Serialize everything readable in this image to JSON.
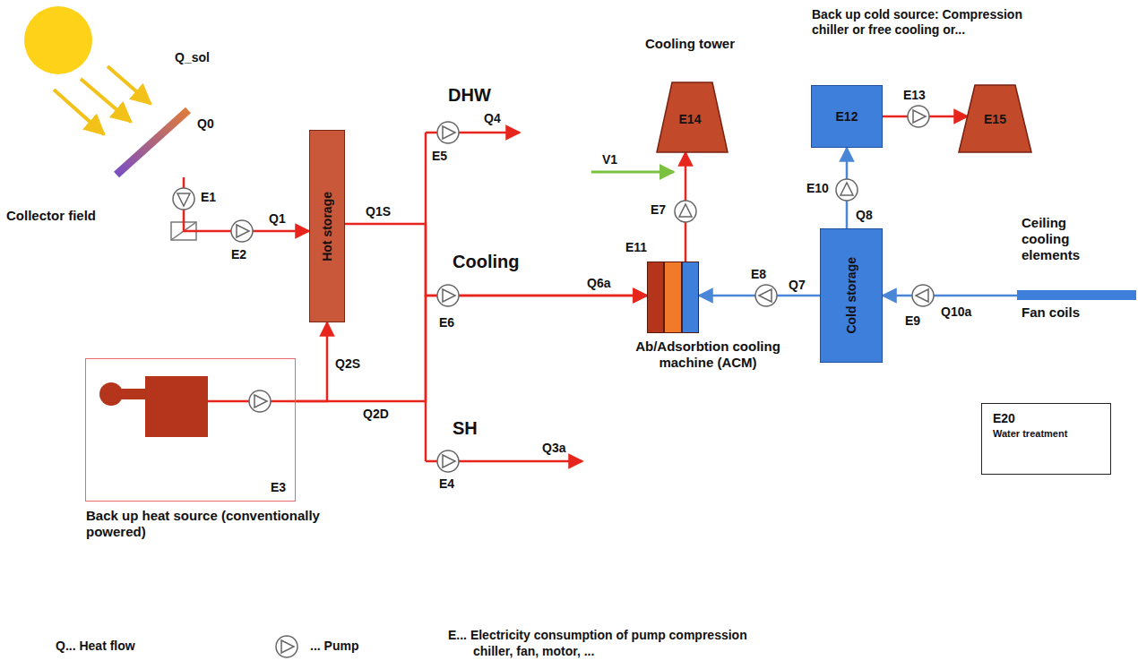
{
  "diagram": {
    "nodes": [
      {
        "text": [
          "Collector field"
        ]
      },
      {
        "text": [
          "Hot storage"
        ]
      },
      {
        "text": [
          "E3",
          "Back up heat source (conventionally powered)"
        ]
      },
      {
        "text": [
          "Cooling tower",
          "E14"
        ]
      },
      {
        "text": [
          "Back up cold source: Compression chiller or free cooling or...",
          "E12"
        ]
      },
      {
        "text": [
          "E15"
        ]
      },
      {
        "text": [
          "E11",
          "Ab/Adsorbtion cooling machine (ACM)"
        ]
      },
      {
        "text": [
          "Cold storage"
        ]
      },
      {
        "text": [
          "Ceiling cooling elements",
          "Fan coils"
        ]
      },
      {
        "text": [
          "E20",
          "Water treatment"
        ]
      }
    ],
    "edges": [
      {
        "from": 0,
        "to": 1,
        "arrow": "to",
        "label": "Q1"
      },
      {
        "from": 2,
        "to": 1,
        "arrow": "to",
        "label": "Q2S"
      },
      {
        "from": 1,
        "to": 6,
        "arrow": "to"
      },
      {
        "from": 2,
        "to": 6,
        "arrow": "to"
      },
      {
        "from": 6,
        "to": 3,
        "arrow": "to"
      },
      {
        "from": 7,
        "to": 6,
        "arrow": "to",
        "label": "Q7"
      },
      {
        "from": 8,
        "to": 7,
        "arrow": "to",
        "label": "Q10a"
      },
      {
        "from": 7,
        "to": 4,
        "arrow": "to",
        "label": "Q8"
      },
      {
        "from": 4,
        "to": 5,
        "arrow": "to"
      }
    ],
    "labels": [
      "Q_sol",
      "Q0",
      "E1",
      "E2",
      "Q1S",
      "DHW",
      "Q4",
      "E5",
      "Cooling",
      "E6",
      "Q6a",
      "SH",
      "Q3a",
      "E4",
      "Q2D",
      "V1",
      "E7",
      "E8",
      "E9",
      "E10",
      "E13"
    ],
    "legend": [
      {
        "text": "Q... Heat flow"
      },
      {
        "text": "... Pump"
      },
      {
        "text": "E... Electricity consumption of pump compression chiller, fan, motor, ..."
      }
    ]
  }
}
